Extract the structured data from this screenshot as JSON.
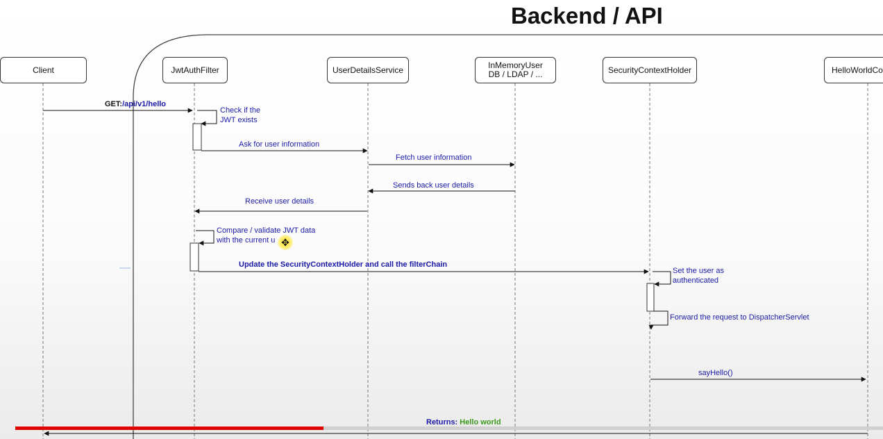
{
  "title": "Backend / API",
  "participants": [
    {
      "id": "client",
      "label": "Client"
    },
    {
      "id": "jwt",
      "label": "JwtAuthFilter"
    },
    {
      "id": "uds",
      "label": "UserDetailsService"
    },
    {
      "id": "imu",
      "label": "InMemoryUser\nDB / LDAP / ..."
    },
    {
      "id": "sch",
      "label": "SecurityContextHolder"
    },
    {
      "id": "hwc",
      "label": "HelloWorldCon"
    }
  ],
  "messages": {
    "get_prefix": "GET:",
    "get_path": "/api/v1/hello",
    "check_jwt": "Check if the\nJWT exists",
    "ask_user": "Ask for user information",
    "fetch_user": "Fetch user information",
    "sends_back": "Sends back user details",
    "receive": "Receive user details",
    "compare": "Compare / validate JWT data\nwith the current u",
    "update": "Update the SecurityContextHolder and call the filterChain",
    "set_auth": "Set the user as\nauthenticated",
    "forward": "Forward the request to DispatcherServlet",
    "say_hello": "sayHello()",
    "returns_key": "Returns:",
    "returns_val": "Hello world"
  },
  "icons": {
    "cursor": "move-cursor-icon"
  },
  "video": {
    "progress": 0.355
  },
  "colors": {
    "label": "#1a1aa6",
    "return_value": "#3a9a1a",
    "progress": "#e00000"
  }
}
